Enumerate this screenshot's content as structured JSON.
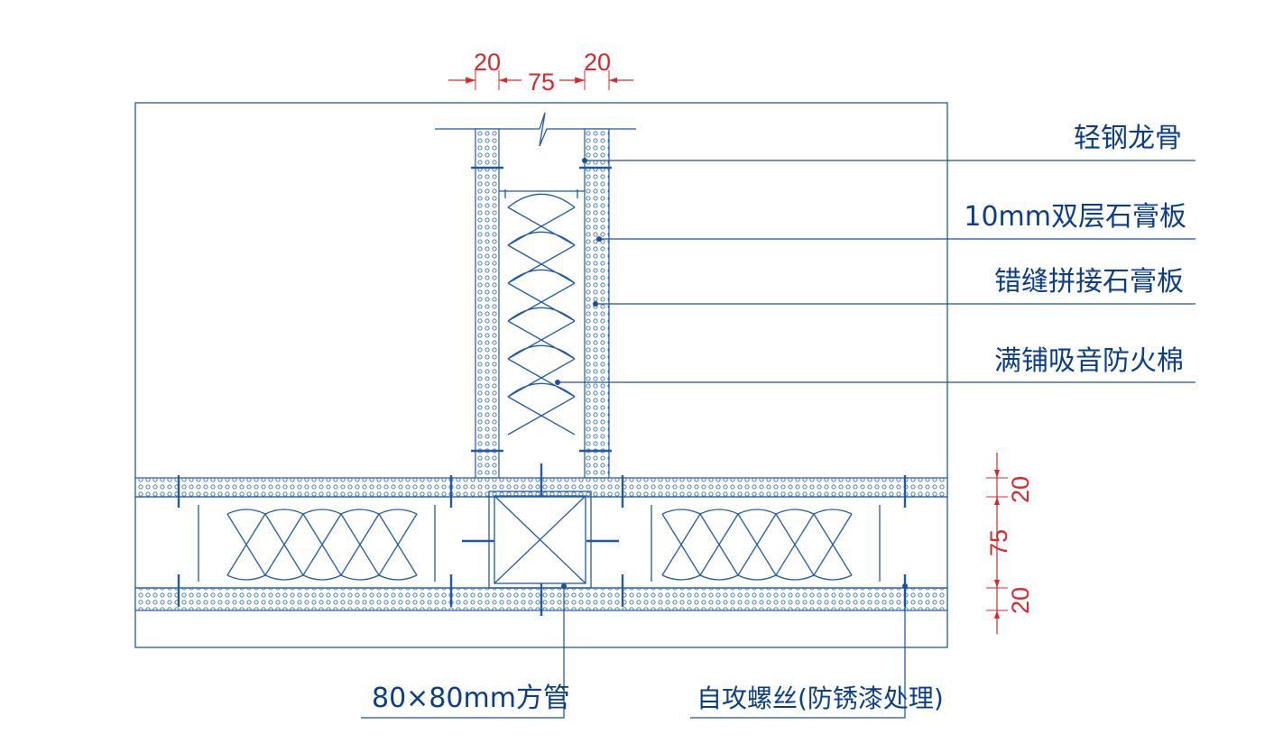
{
  "colors": {
    "line": "#1f5aa8",
    "text": "#0a3e8c",
    "dimension": "#d9272e"
  },
  "labels": {
    "steel_stud": "轻钢龙骨",
    "double_gypsum": "10mm双层石膏板",
    "staggered_gypsum": "错缝拼接石膏板",
    "insulation": "满铺吸音防火棉",
    "square_tube": "80×80mm方管",
    "screw": "自攻螺丝(防锈漆处理)"
  },
  "dimensions": {
    "top": [
      "20",
      "75",
      "20"
    ],
    "right": [
      "20",
      "75",
      "20"
    ]
  }
}
